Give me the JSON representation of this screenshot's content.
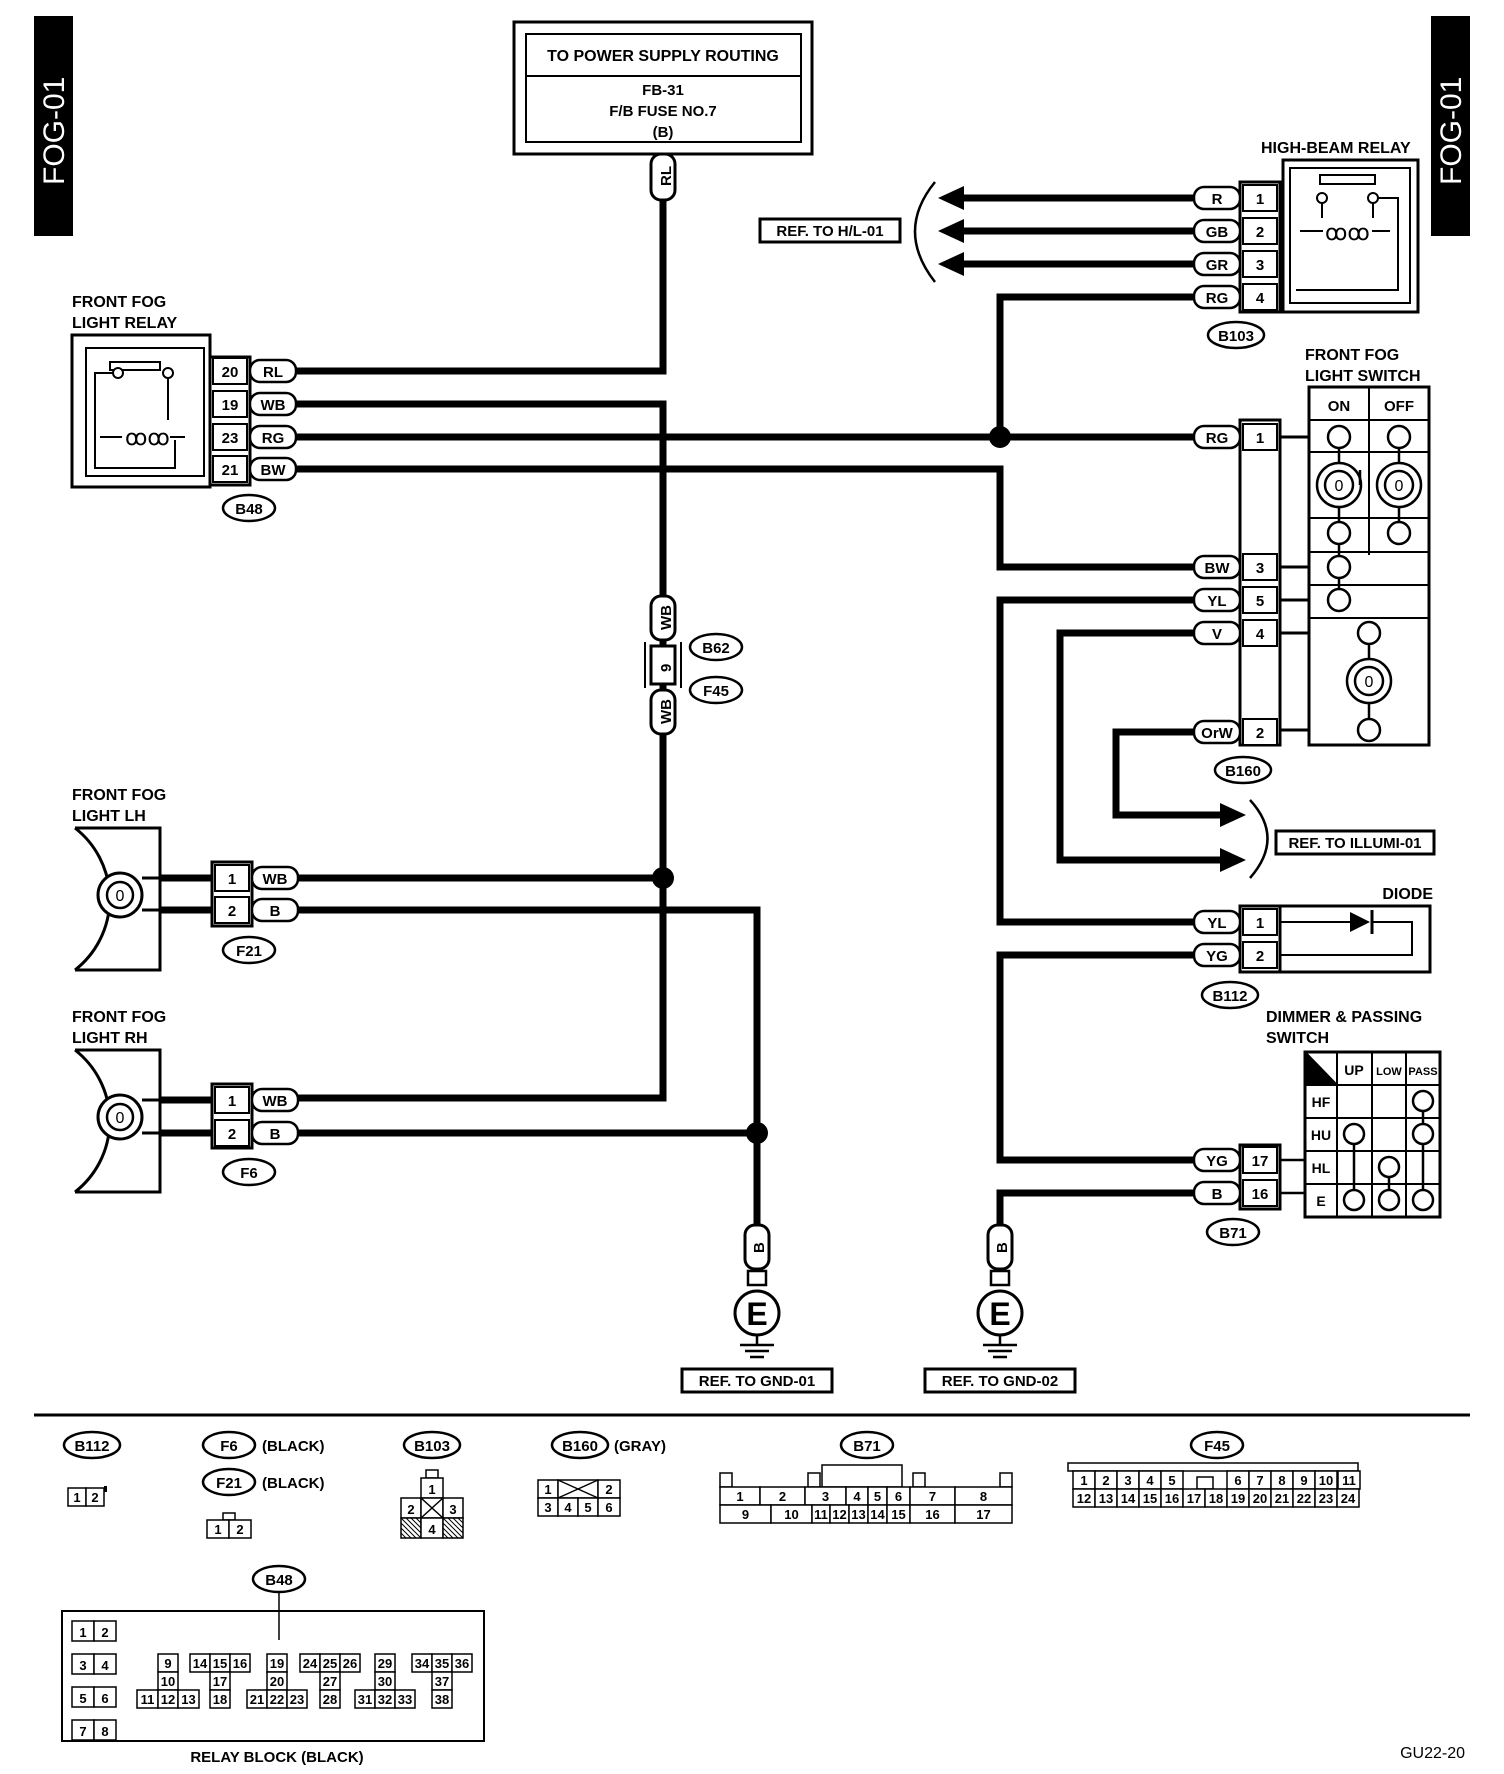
{
  "page": {
    "side_label": "FOG-01",
    "figure_code": "GU22-20"
  },
  "power": {
    "title": "TO POWER SUPPLY ROUTING",
    "line1": "FB-31",
    "line2": "F/B FUSE NO.7",
    "line3": "(B)",
    "wire": "RL"
  },
  "fog_relay": {
    "title1": "FRONT FOG",
    "title2": "LIGHT RELAY",
    "connector": "B48",
    "pins": [
      "20",
      "19",
      "23",
      "21"
    ],
    "wires": [
      "RL",
      "WB",
      "RG",
      "BW"
    ]
  },
  "highbeam_relay": {
    "title": "HIGH-BEAM RELAY",
    "connector": "B103",
    "pins": [
      "1",
      "2",
      "3",
      "4"
    ],
    "wires": [
      "R",
      "GB",
      "GR",
      "RG"
    ],
    "ref": "REF. TO H/L-01"
  },
  "fog_switch": {
    "title1": "FRONT FOG",
    "title2": "LIGHT SWITCH",
    "col_on": "ON",
    "col_off": "OFF",
    "connector": "B160",
    "pins": [
      "1",
      "3",
      "5",
      "4",
      "2"
    ],
    "wires": [
      "RG",
      "BW",
      "YL",
      "V",
      "OrW"
    ],
    "ref": "REF. TO ILLUMI-01"
  },
  "joint": {
    "connector_a": "B62",
    "connector_b": "F45",
    "pin": "9",
    "wire_top": "WB",
    "wire_bottom": "WB"
  },
  "fog_lh": {
    "title1": "FRONT FOG",
    "title2": "LIGHT LH",
    "connector": "F21",
    "pins": [
      "1",
      "2"
    ],
    "wires": [
      "WB",
      "B"
    ]
  },
  "fog_rh": {
    "title1": "FRONT FOG",
    "title2": "LIGHT RH",
    "connector": "F6",
    "pins": [
      "1",
      "2"
    ],
    "wires": [
      "WB",
      "B"
    ]
  },
  "diode": {
    "title": "DIODE",
    "connector": "B112",
    "pins": [
      "1",
      "2"
    ],
    "wires": [
      "YL",
      "YG"
    ]
  },
  "dimmer": {
    "title1": "DIMMER & PASSING",
    "title2": "SWITCH",
    "connector": "B71",
    "pins": [
      "17",
      "16"
    ],
    "wires": [
      "YG",
      "B"
    ],
    "cols": [
      "UP",
      "LOW",
      "PASS"
    ],
    "rows": [
      "HF",
      "HU",
      "HL",
      "E"
    ]
  },
  "grounds": {
    "symbol": "E",
    "wire": "B",
    "ref1": "REF. TO GND-01",
    "ref2": "REF. TO GND-02"
  },
  "connector_views": {
    "b112": {
      "name": "B112",
      "pins": [
        "1",
        "2"
      ]
    },
    "f6": {
      "name": "F6",
      "color": "(BLACK)"
    },
    "f21": {
      "name": "F21",
      "color": "(BLACK)",
      "pins": [
        "1",
        "2"
      ]
    },
    "b103": {
      "name": "B103",
      "pins": [
        "1",
        "2",
        "3",
        "4"
      ]
    },
    "b160": {
      "name": "B160",
      "color": "(GRAY)",
      "pins": [
        "1",
        "2",
        "3",
        "4",
        "5",
        "6"
      ]
    },
    "b71": {
      "name": "B71",
      "row1": [
        "1",
        "2",
        "3",
        "4",
        "5",
        "6",
        "7",
        "8"
      ],
      "row2": [
        "9",
        "10",
        "11",
        "12",
        "13",
        "14",
        "15",
        "16",
        "17"
      ]
    },
    "f45": {
      "name": "F45",
      "row1": [
        "1",
        "2",
        "3",
        "4",
        "5",
        "6",
        "7",
        "8",
        "9",
        "10",
        "11"
      ],
      "row2": [
        "12",
        "13",
        "14",
        "15",
        "16",
        "17",
        "18",
        "19",
        "20",
        "21",
        "22",
        "23",
        "24"
      ]
    },
    "b48": {
      "name": "B48",
      "caption": "RELAY BLOCK (BLACK)",
      "pins": [
        "1",
        "2",
        "3",
        "4",
        "5",
        "6",
        "7",
        "8",
        "9",
        "10",
        "11",
        "12",
        "13",
        "14",
        "15",
        "16",
        "17",
        "18",
        "19",
        "20",
        "21",
        "22",
        "23",
        "24",
        "25",
        "26",
        "27",
        "28",
        "29",
        "30",
        "31",
        "32",
        "33",
        "34",
        "35",
        "36",
        "37",
        "38"
      ]
    }
  }
}
